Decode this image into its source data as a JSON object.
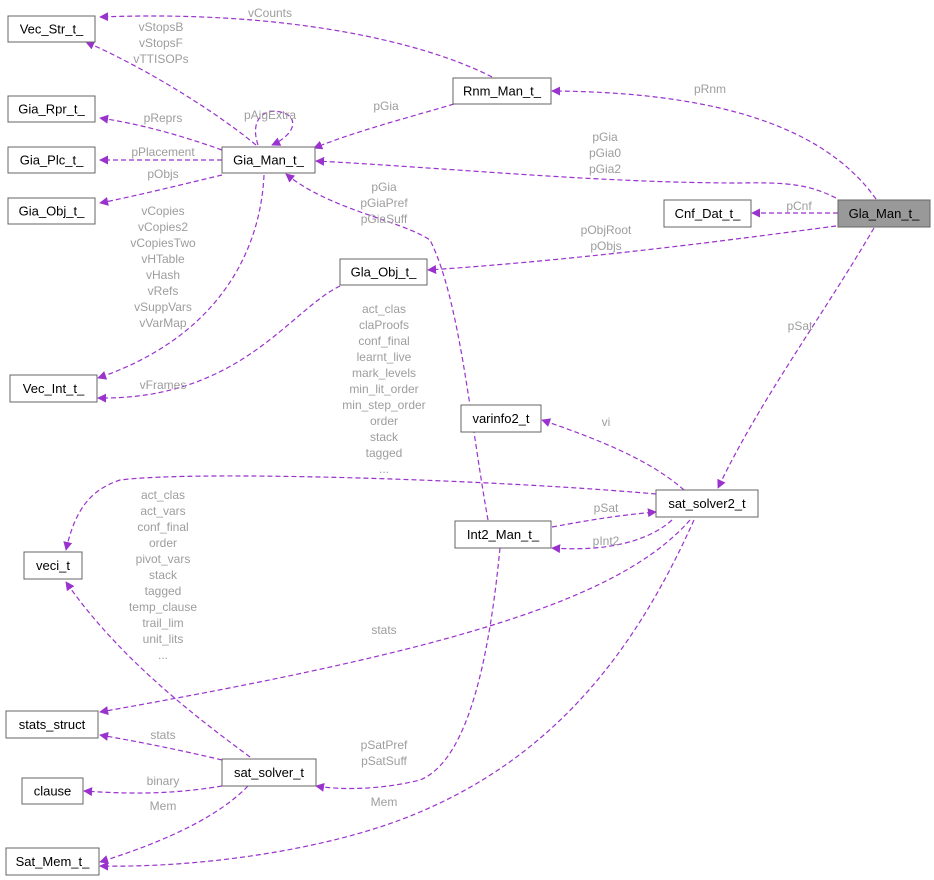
{
  "nodes": {
    "vec_str": "Vec_Str_t_",
    "gia_rpr": "Gia_Rpr_t_",
    "gia_plc": "Gia_Plc_t_",
    "gia_obj_left": "Gia_Obj_t_",
    "gia_man": "Gia_Man_t_",
    "rnm_man": "Rnm_Man_t_",
    "cnf_dat": "Cnf_Dat_t_",
    "gla_man": "Gla_Man_t_",
    "gla_obj": "Gla_Obj_t_",
    "vec_int": "Vec_Int_t_",
    "varinfo2": "varinfo2_t",
    "sat_solver2": "sat_solver2_t",
    "int2_man": "Int2_Man_t_",
    "veci": "veci_t",
    "stats_struct": "stats_struct",
    "sat_solver": "sat_solver_t",
    "clause": "clause",
    "sat_mem": "Sat_Mem_t_"
  },
  "edge_labels": {
    "vcounts": [
      "vCounts"
    ],
    "vstops": [
      "vStopsB",
      "vStopsF",
      "vTTISOPs"
    ],
    "prnm": [
      "pRnm"
    ],
    "paig_extra": [
      "pAigExtra"
    ],
    "pgia_rnm": [
      "pGia"
    ],
    "preprs": [
      "pReprs"
    ],
    "pgia_gla": [
      "pGia",
      "pGia0",
      "pGia2"
    ],
    "pplacement": [
      "pPlacement"
    ],
    "pobjs": [
      "pObjs"
    ],
    "pcnf": [
      "pCnf"
    ],
    "pgia_int2": [
      "pGia",
      "pGiaPref",
      "pGiaSuff"
    ],
    "pobjroot": [
      "pObjRoot",
      "pObjs"
    ],
    "vcopies": [
      "vCopies",
      "vCopies2",
      "vCopiesTwo",
      "vHTable",
      "vHash",
      "vRefs",
      "vSuppVars",
      "vVarMap"
    ],
    "psat": [
      "pSat"
    ],
    "vframes": [
      "vFrames"
    ],
    "veci_sat2": [
      "act_clas",
      "claProofs",
      "conf_final",
      "learnt_live",
      "mark_levels",
      "min_lit_order",
      "min_step_order",
      "order",
      "stack",
      "tagged",
      "..."
    ],
    "vi": [
      "vi"
    ],
    "psat_int2": [
      "pSat"
    ],
    "pint2": [
      "pInt2"
    ],
    "veci_sat": [
      "act_clas",
      "act_vars",
      "conf_final",
      "order",
      "pivot_vars",
      "stack",
      "tagged",
      "temp_clause",
      "trail_lim",
      "unit_lits",
      "..."
    ],
    "stats_sat2": [
      "stats"
    ],
    "stats_sat": [
      "stats"
    ],
    "psatpref": [
      "pSatPref",
      "pSatSuff"
    ],
    "binary": [
      "binary"
    ],
    "mem_sat": [
      "Mem"
    ],
    "mem_sat2": [
      "Mem"
    ]
  },
  "colors": {
    "edge": "#9a32cd",
    "label": "#9d9d9d",
    "highlight_fill": "#999999",
    "node_border": "#666666"
  }
}
